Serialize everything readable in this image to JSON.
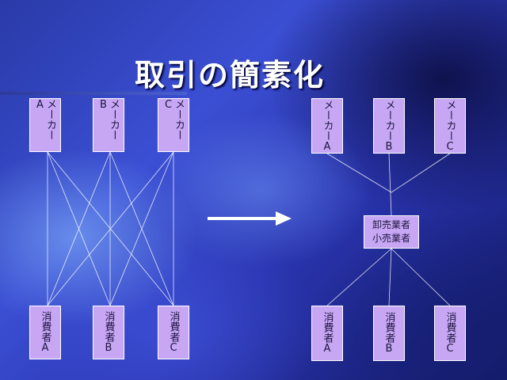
{
  "slide": {
    "title": "取引の簡素化",
    "before": {
      "makers": [
        "メーカーA",
        "メーカーB",
        "メーカーC"
      ],
      "consumers": [
        "消費者A",
        "消費者B",
        "消費者C"
      ]
    },
    "after": {
      "makers": [
        "メーカーA",
        "メーカーB",
        "メーカーC"
      ],
      "intermediary": [
        "卸売業者",
        "小売業者"
      ],
      "consumers": [
        "消費者A",
        "消費者B",
        "消費者C"
      ]
    }
  },
  "colors": {
    "box_fill": "#c7a7f4",
    "box_border": "#ffffff",
    "connector": "#ffffff",
    "title_text": "#ffffff"
  }
}
